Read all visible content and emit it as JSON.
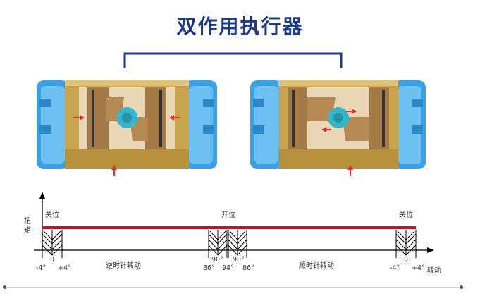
{
  "title": "双作用执行器",
  "graph": {
    "y_axis_label_1": "扭",
    "y_axis_label_2": "矩",
    "x_axis_label": "转动",
    "pos_closed_left": "关位",
    "pos_open": "开位",
    "pos_closed_right": "关位",
    "phase_ccw": "逆时针转动",
    "phase_cw": "顺时针转动",
    "tick_m4_left": "-4°",
    "tick_0_left": "0",
    "tick_p4_left": "+4°",
    "tick_90_a": "90°",
    "tick_86_a": "86°",
    "tick_94": "94°",
    "tick_90_b": "90°",
    "tick_86_b": "86°",
    "tick_m4_right": "-4°",
    "tick_0_right": "0",
    "tick_p4_right": "+4°"
  },
  "colors": {
    "title": "#1c3a8f",
    "bracket": "#1c3a8f",
    "body_gold": "#c9a44e",
    "end_cap_blue": "#3aa1e4",
    "gear_teal": "#36b6cc",
    "torque_line": "#c8141e",
    "arrow_red": "#e03030"
  }
}
